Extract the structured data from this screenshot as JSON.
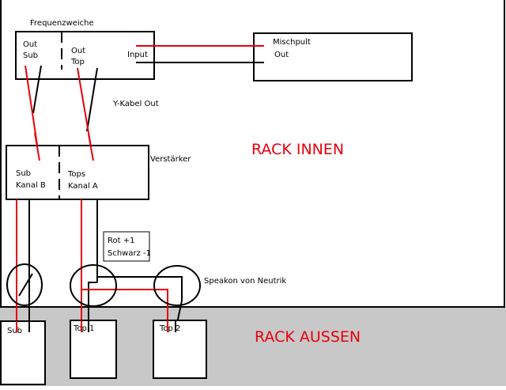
{
  "colors": {
    "red": "#e8000b",
    "black": "#000000",
    "outside_bg": "#c8c8c8"
  },
  "labels": {
    "frequenzweiche": "Frequenzweiche",
    "fw_out_sub_1": "Out",
    "fw_out_sub_2": "Sub",
    "fw_out_top_1": "Out",
    "fw_out_top_2": "Top",
    "fw_input": "Input",
    "mischpult": "Mischpult",
    "mischpult_out": "Out",
    "y_kabel": "Y-Kabel Out",
    "verstaerker": "Verstärker",
    "amp_sub_1": "Sub",
    "amp_sub_2": "Kanal B",
    "amp_tops_1": "Tops",
    "amp_tops_2": "Kanal A",
    "rack_innen": "RACK INNEN",
    "legend_red": "Rot +1",
    "legend_black": "Schwarz -1",
    "speakon": "Speakon von Neutrik",
    "rack_aussen": "RACK AUSSEN",
    "speaker_sub": "Sub",
    "speaker_top1": "Top 1",
    "speaker_top2": "Top 2"
  }
}
